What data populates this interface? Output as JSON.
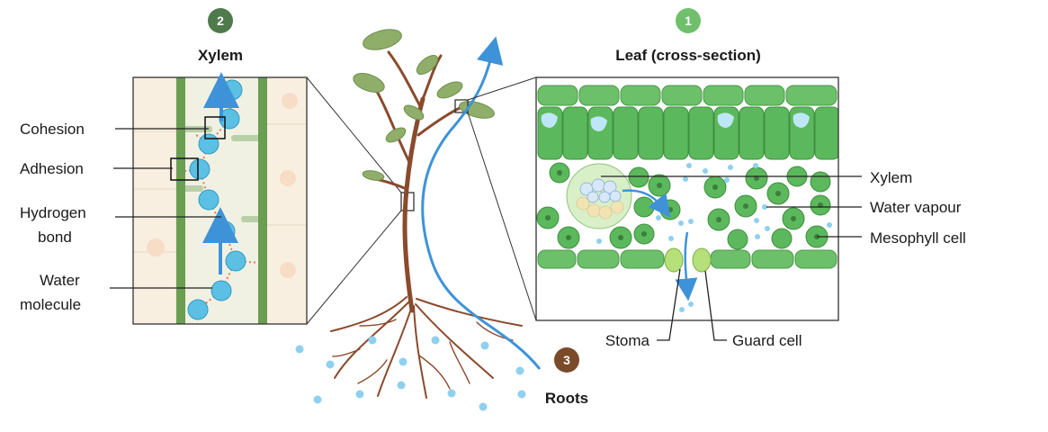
{
  "colors": {
    "xylem_badge": "#4e7a4c",
    "leaf_badge": "#6fbf6c",
    "roots_badge": "#7a4a2a",
    "water": "#5bc0e4",
    "flow_arrow": "#3e93d8",
    "cell_green": "#5cb85c",
    "cell_dark": "#3f8f3f",
    "xylem_wall": "#6a9e52",
    "stem_brown": "#8a4a2c",
    "hydrogen_bond": "#e07a5f"
  },
  "xylem_panel": {
    "badge": "2",
    "title": "Xylem",
    "labels": {
      "cohesion": "Cohesion",
      "adhesion": "Adhesion",
      "hydrogen_line1": "Hydrogen",
      "hydrogen_line2": "bond",
      "water_line1": "Water",
      "water_line2": "molecule"
    }
  },
  "leaf_panel": {
    "badge": "1",
    "title": "Leaf (cross-section)",
    "labels": {
      "xylem": "Xylem",
      "water_vapour": "Water vapour",
      "mesophyll": "Mesophyll cell",
      "stoma": "Stoma",
      "guard_cell": "Guard cell"
    }
  },
  "roots": {
    "badge": "3",
    "title": "Roots"
  }
}
